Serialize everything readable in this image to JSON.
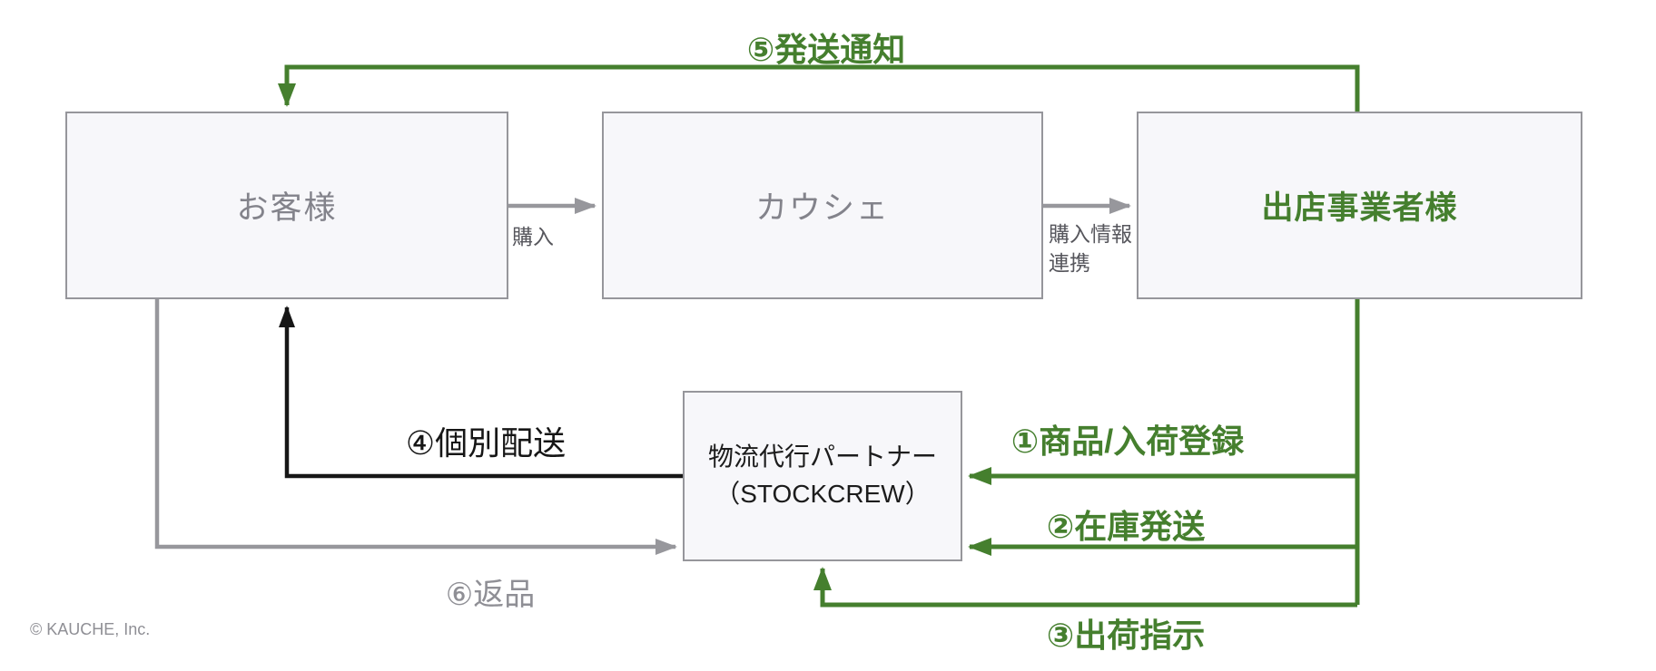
{
  "diagram": {
    "title_implicit": "",
    "nodes": {
      "customer": {
        "label": "お客様"
      },
      "kauche": {
        "label": "カウシェ"
      },
      "merchant": {
        "label": "出店事業者様"
      },
      "logistics": {
        "label_line1": "物流代行パートナー",
        "label_line2": "（STOCKCREW）"
      }
    },
    "edges": {
      "purchase": {
        "label": "購入",
        "from": "お客様",
        "to": "カウシェ"
      },
      "purchase_info": {
        "label_line1": "購入情報",
        "label_line2": "連携",
        "from": "カウシェ",
        "to": "出店事業者様"
      },
      "step1": {
        "label": "①商品/入荷登録",
        "from": "出店事業者様",
        "to": "物流代行パートナー（STOCKCREW）"
      },
      "step2": {
        "label": "②在庫発送",
        "from": "出店事業者様",
        "to": "物流代行パートナー（STOCKCREW）"
      },
      "step3": {
        "label": "③出荷指示",
        "from": "出店事業者様",
        "to": "物流代行パートナー（STOCKCREW）"
      },
      "step4": {
        "label": "④個別配送",
        "from": "物流代行パートナー（STOCKCREW）",
        "to": "お客様"
      },
      "step5": {
        "label": "⑤発送通知",
        "from": "出店事業者様",
        "to": "お客様"
      },
      "step6": {
        "label": "⑥返品",
        "from": "お客様",
        "to": "物流代行パートナー（STOCKCREW）"
      }
    },
    "colors": {
      "green": "#457f2e",
      "gray_line": "#97979c",
      "black_line": "#161616",
      "node_fill": "#f7f7fa",
      "node_border": "#96969b",
      "node_text_gray": "#83838b",
      "label_text_gray": "#56565c",
      "muted_text_gray": "#8f8f95"
    }
  },
  "footer": {
    "copyright": "© KAUCHE, Inc."
  }
}
